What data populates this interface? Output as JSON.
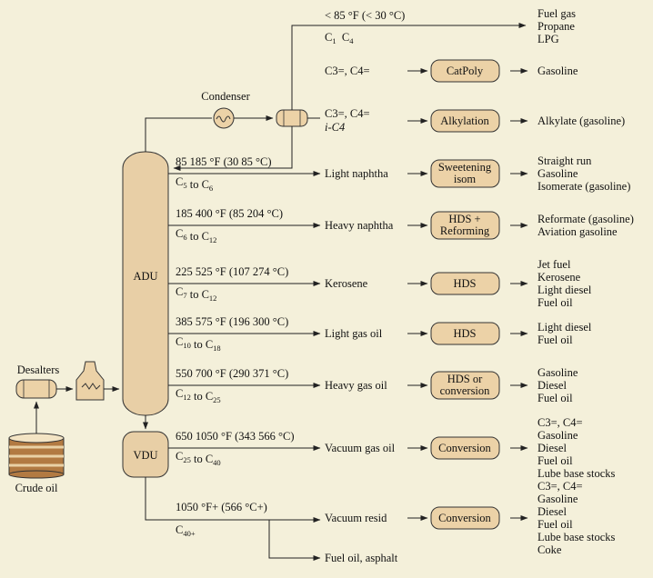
{
  "columns": {
    "adu": "ADU",
    "vdu": "VDU"
  },
  "labels": {
    "condenser": "Condenser",
    "desalters": "Desalters",
    "crude_oil": "Crude oil"
  },
  "overhead": {
    "temp": "< 85 °F (< 30 °C)",
    "comp_main": "C",
    "comp_sub1": "1",
    "comp_mid": "  C",
    "comp_sub2": "4",
    "products": [
      "Fuel gas",
      "Propane",
      "LPG"
    ]
  },
  "catpoly": {
    "feed": "C3=, C4=",
    "unit": "CatPoly",
    "products": [
      "Gasoline"
    ]
  },
  "alkylation": {
    "feed": "C3=, C4=",
    "feed2": "i-C4",
    "unit": "Alkylation",
    "products": [
      "Alkylate (gasoline)"
    ]
  },
  "cuts": [
    {
      "temp": "85  185 °F (30  85 °C)",
      "carbon": "C5 to C6",
      "stream": "Light naphtha",
      "unit": [
        "Sweetening",
        "isom"
      ],
      "products": [
        "Straight run",
        "Gasoline",
        "Isomerate (gasoline)"
      ]
    },
    {
      "temp": "185  400 °F (85  204 °C)",
      "carbon": "C6 to C12",
      "stream": "Heavy naphtha",
      "unit": [
        "HDS +",
        "Reforming"
      ],
      "products": [
        "Reformate (gasoline)",
        "Aviation gasoline"
      ]
    },
    {
      "temp": "225  525 °F (107  274 °C)",
      "carbon": "C7 to C12",
      "stream": "Kerosene",
      "unit": [
        "HDS"
      ],
      "products": [
        "Jet fuel",
        "Kerosene",
        "Light diesel",
        "Fuel oil"
      ]
    },
    {
      "temp": "385  575 °F (196  300 °C)",
      "carbon": "C10 to C18",
      "stream": "Light gas oil",
      "unit": [
        "HDS"
      ],
      "products": [
        "Light diesel",
        "Fuel oil"
      ]
    },
    {
      "temp": "550  700 °F (290  371 °C)",
      "carbon": "C12 to C25",
      "stream": "Heavy gas oil",
      "unit": [
        "HDS or",
        "conversion"
      ],
      "products": [
        "Gasoline",
        "Diesel",
        "Fuel oil"
      ]
    },
    {
      "temp": "650  1050 °F (343  566 °C)",
      "carbon": "C25 to C40",
      "stream": "Vacuum gas oil",
      "unit": [
        "Conversion"
      ],
      "products": [
        "C3=, C4=",
        "Gasoline",
        "Diesel",
        "Fuel oil",
        "Lube base stocks"
      ]
    },
    {
      "temp": "1050 °F+ (566 °C+)",
      "carbon": "C40+",
      "stream": "Vacuum resid",
      "unit": [
        "Conversion"
      ],
      "products": [
        "C3=, C4=",
        "Gasoline",
        "Diesel",
        "Fuel oil",
        "Lube base stocks",
        "Coke"
      ]
    }
  ],
  "resid_side": "Fuel oil, asphalt"
}
